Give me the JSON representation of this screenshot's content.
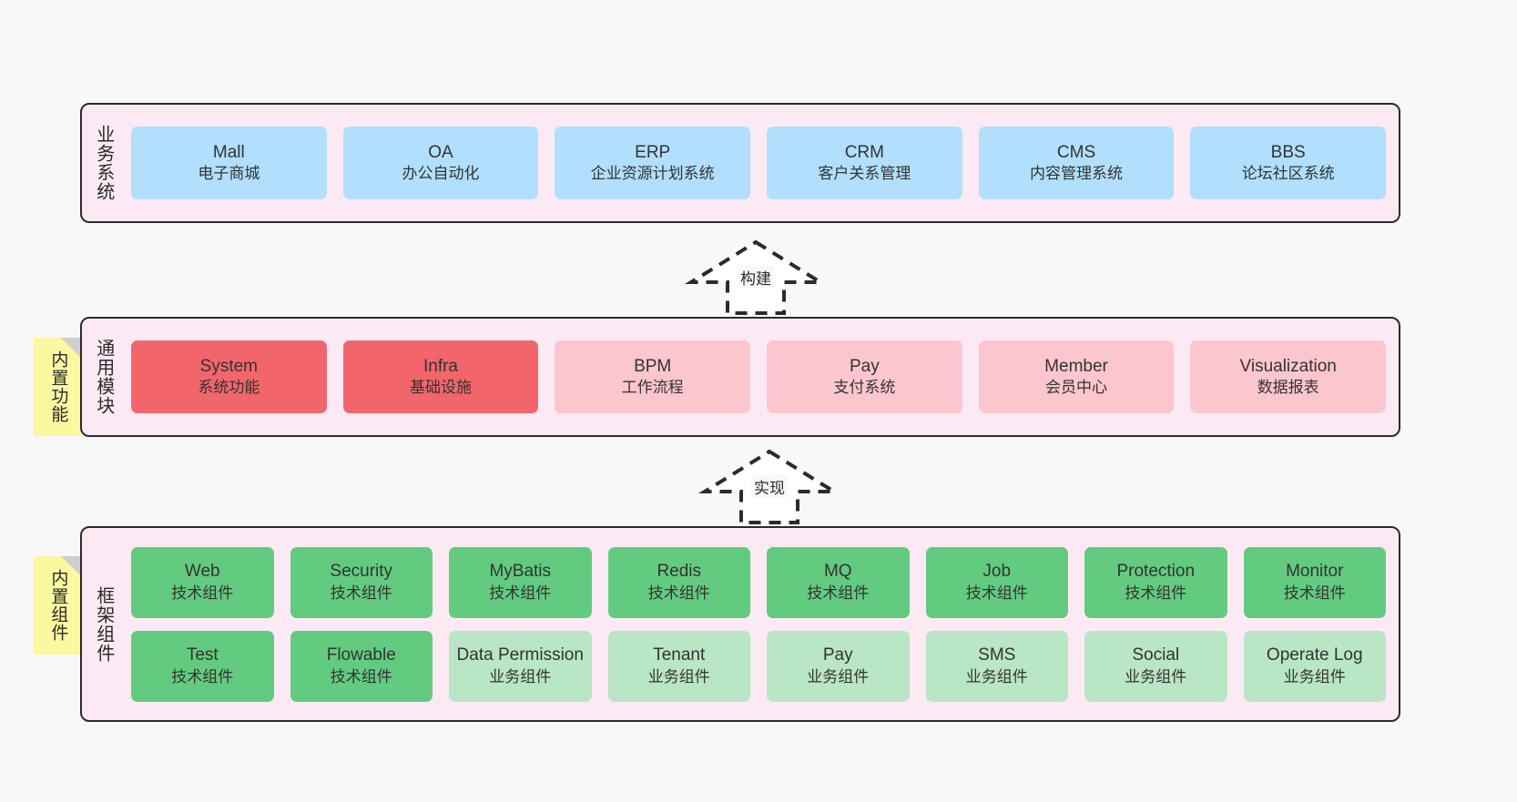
{
  "diagram": {
    "title": "",
    "colors": {
      "canvas": "#f8f8f8",
      "band_fill": "#fbeaf4",
      "band_border": "#2b2b2b",
      "business_box": "#b1dffc",
      "module_active": "#f2666b",
      "module_inactive": "#fcc6cf",
      "tech_component": "#63cb7f",
      "biz_component": "#b9e6c5",
      "note": "#fbf8a0",
      "note_fold": "#cfcfcf"
    }
  },
  "layers": {
    "business": {
      "label": "业务系统",
      "items": [
        {
          "en": "Mall",
          "cn": "电子商城"
        },
        {
          "en": "OA",
          "cn": "办公自动化"
        },
        {
          "en": "ERP",
          "cn": "企业资源计划系统"
        },
        {
          "en": "CRM",
          "cn": "客户关系管理"
        },
        {
          "en": "CMS",
          "cn": "内容管理系统"
        },
        {
          "en": "BBS",
          "cn": "论坛社区系统"
        }
      ]
    },
    "modules": {
      "label": "通用模块",
      "note": "内置功能",
      "items": [
        {
          "en": "System",
          "cn": "系统功能",
          "variant": "rose-strong"
        },
        {
          "en": "Infra",
          "cn": "基础设施",
          "variant": "rose-strong"
        },
        {
          "en": "BPM",
          "cn": "工作流程",
          "variant": "rose-light"
        },
        {
          "en": "Pay",
          "cn": "支付系统",
          "variant": "rose-light"
        },
        {
          "en": "Member",
          "cn": "会员中心",
          "variant": "rose-light"
        },
        {
          "en": "Visualization",
          "cn": "数据报表",
          "variant": "rose-light"
        }
      ]
    },
    "framework": {
      "label": "框架组件",
      "note": "内置组件",
      "row1": [
        {
          "en": "Web",
          "cn": "技术组件",
          "variant": "green-strong"
        },
        {
          "en": "Security",
          "cn": "技术组件",
          "variant": "green-strong"
        },
        {
          "en": "MyBatis",
          "cn": "技术组件",
          "variant": "green-strong"
        },
        {
          "en": "Redis",
          "cn": "技术组件",
          "variant": "green-strong"
        },
        {
          "en": "MQ",
          "cn": "技术组件",
          "variant": "green-strong"
        },
        {
          "en": "Job",
          "cn": "技术组件",
          "variant": "green-strong"
        },
        {
          "en": "Protection",
          "cn": "技术组件",
          "variant": "green-strong"
        },
        {
          "en": "Monitor",
          "cn": "技术组件",
          "variant": "green-strong"
        }
      ],
      "row2": [
        {
          "en": "Test",
          "cn": "技术组件",
          "variant": "green-strong"
        },
        {
          "en": "Flowable",
          "cn": "技术组件",
          "variant": "green-strong"
        },
        {
          "en": "Data Permission",
          "cn": "业务组件",
          "variant": "green-light"
        },
        {
          "en": "Tenant",
          "cn": "业务组件",
          "variant": "green-light"
        },
        {
          "en": "Pay",
          "cn": "业务组件",
          "variant": "green-light"
        },
        {
          "en": "SMS",
          "cn": "业务组件",
          "variant": "green-light"
        },
        {
          "en": "Social",
          "cn": "业务组件",
          "variant": "green-light"
        },
        {
          "en": "Operate Log",
          "cn": "业务组件",
          "variant": "green-light"
        }
      ]
    }
  },
  "arrows": [
    {
      "name": "build",
      "label": "构建",
      "from": "modules",
      "to": "business",
      "style": "dashed-hollow-up"
    },
    {
      "name": "implement",
      "label": "实现",
      "from": "framework",
      "to": "modules",
      "style": "dashed-hollow-up"
    }
  ]
}
